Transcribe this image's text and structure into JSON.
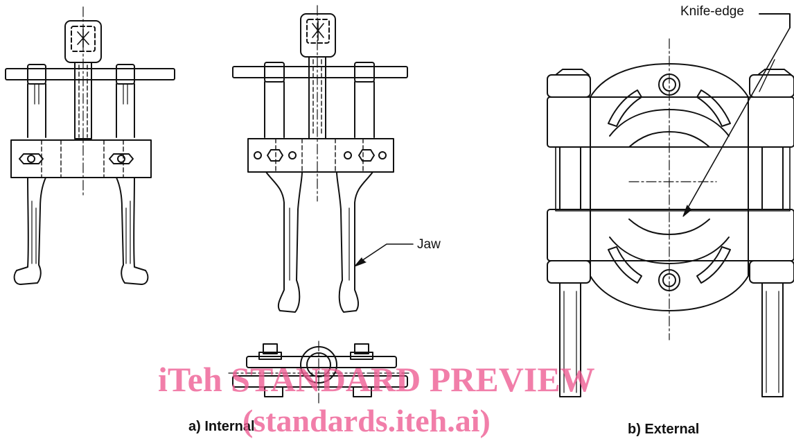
{
  "labels": {
    "knife_edge": "Knife-edge",
    "jaw": "Jaw",
    "caption_a": "a)  Internal",
    "caption_b": "b)  External"
  },
  "watermark": {
    "line1": "iTeh STANDARD PREVIEW",
    "line2": "(standards.iteh.ai)"
  },
  "colors": {
    "ink": "#111111",
    "watermark": "#ee5a92",
    "background": "#ffffff"
  }
}
